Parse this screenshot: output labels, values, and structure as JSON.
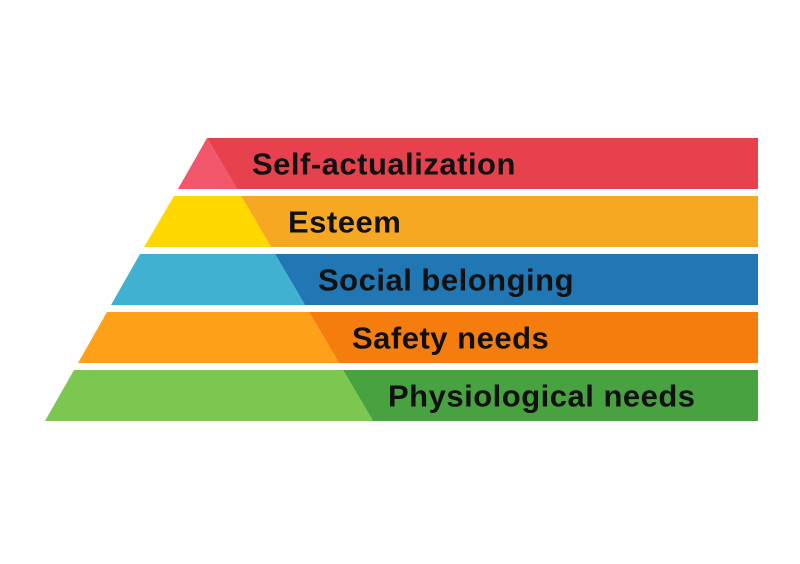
{
  "background": "#ffffff",
  "text_color": "#111111",
  "levels": [
    {
      "label": "Self-actualization",
      "slice_color": "#F2566A",
      "bar_color": "#E8414E"
    },
    {
      "label": "Esteem",
      "slice_color": "#FFD800",
      "bar_color": "#F7A823"
    },
    {
      "label": "Social belonging",
      "slice_color": "#41B1D2",
      "bar_color": "#2077B4"
    },
    {
      "label": "Safety needs",
      "slice_color": "#FFA019",
      "bar_color": "#F57D0D"
    },
    {
      "label": "Physiological needs",
      "slice_color": "#7CC750",
      "bar_color": "#47A23F"
    }
  ]
}
